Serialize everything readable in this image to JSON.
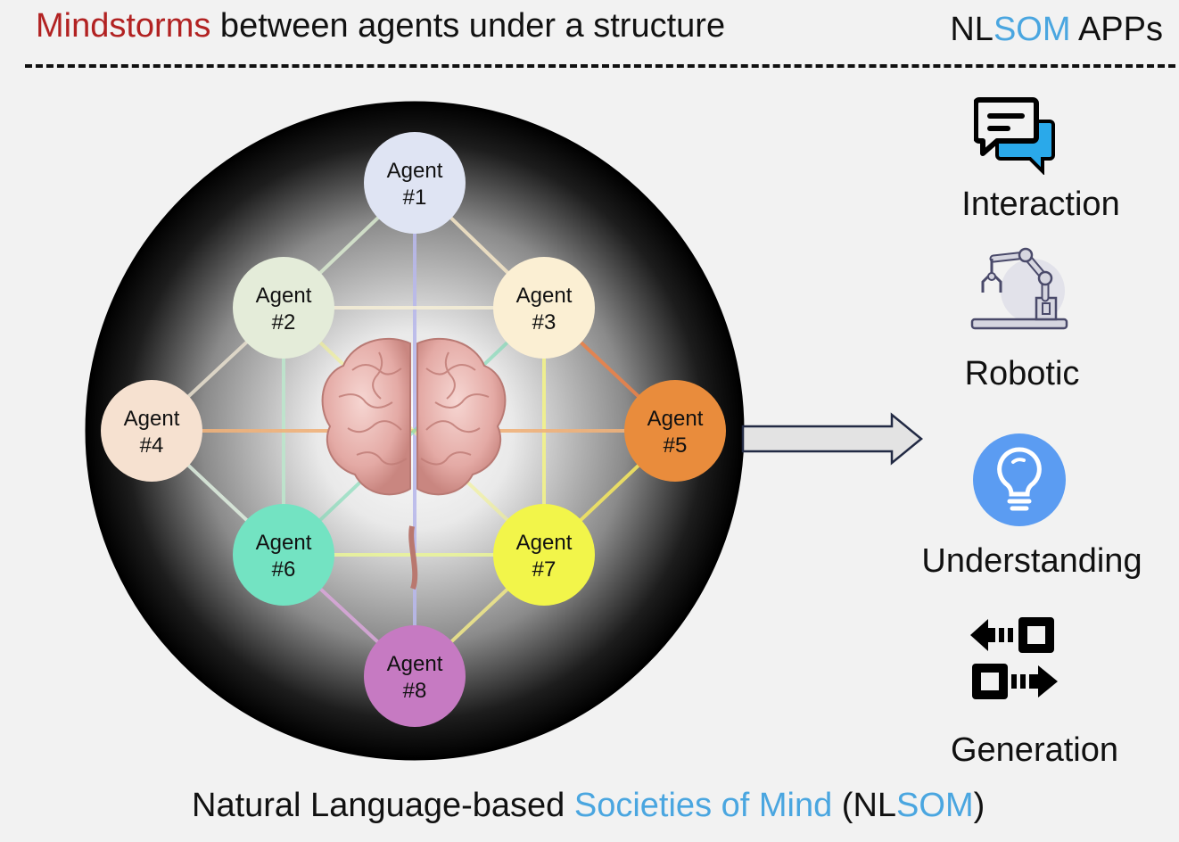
{
  "header": {
    "left_highlight": "Mindstorms",
    "left_rest": " between agents under a structure",
    "right_prefix": "NL",
    "right_highlight": "SOM",
    "right_suffix": " APPs"
  },
  "agents": [
    {
      "line1": "Agent",
      "line2": "#1",
      "color": "#dfe4f3"
    },
    {
      "line1": "Agent",
      "line2": "#2",
      "color": "#e4ecd9"
    },
    {
      "line1": "Agent",
      "line2": "#3",
      "color": "#fbefd3"
    },
    {
      "line1": "Agent",
      "line2": "#4",
      "color": "#f6e1d0"
    },
    {
      "line1": "Agent",
      "line2": "#5",
      "color": "#e98c3c"
    },
    {
      "line1": "Agent",
      "line2": "#6",
      "color": "#73e3c2"
    },
    {
      "line1": "Agent",
      "line2": "#7",
      "color": "#f2f54a"
    },
    {
      "line1": "Agent",
      "line2": "#8",
      "color": "#c67ac2"
    }
  ],
  "apps": [
    {
      "label": "Interaction",
      "icon": "chat-bubbles-icon"
    },
    {
      "label": "Robotic",
      "icon": "robot-arm-icon"
    },
    {
      "label": "Understanding",
      "icon": "lightbulb-icon"
    },
    {
      "label": "Generation",
      "icon": "generation-arrows-icon"
    }
  ],
  "footer": {
    "prefix": "Natural Language-based ",
    "highlight": "Societies of Mind",
    "suffix_open": " (NL",
    "suffix_highlight": "SOM",
    "suffix_close": ")"
  },
  "colors": {
    "accent_red": "#b22222",
    "accent_blue": "#4aa6e0",
    "background": "#f2f2f2"
  }
}
